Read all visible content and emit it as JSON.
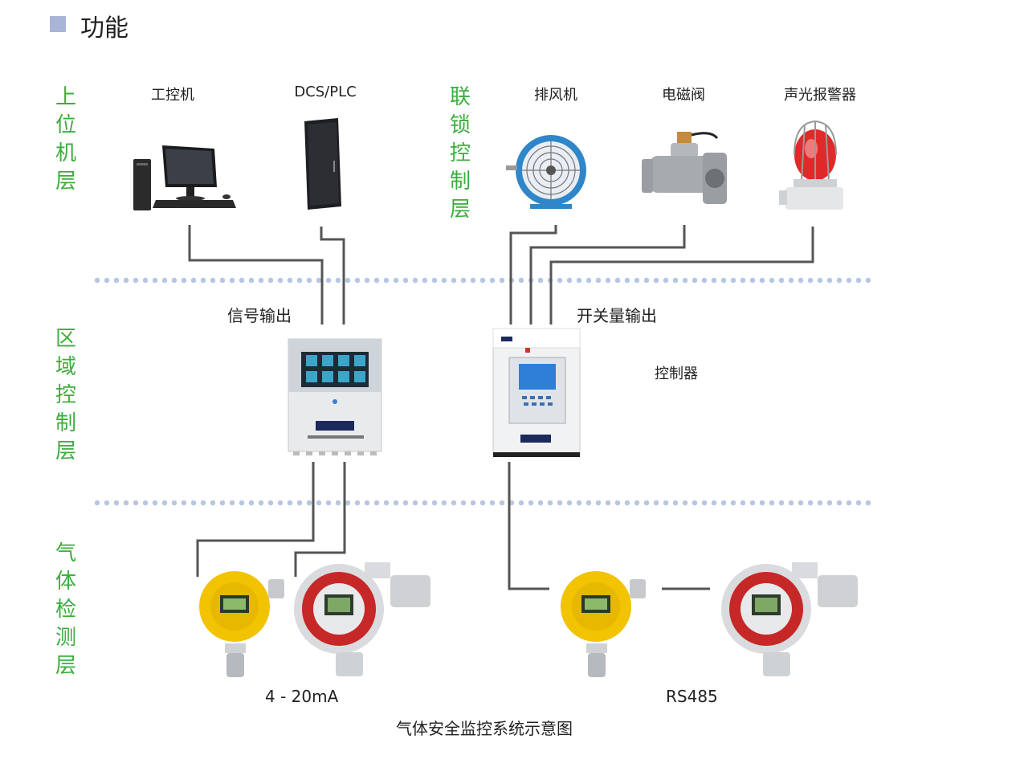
{
  "header": {
    "title": "功能"
  },
  "layers": {
    "upper": "上\n位\n机\n层",
    "linkage": "联\n锁\n控\n制\n层",
    "regional": "区\n域\n控\n制\n层",
    "detection": "气\n体\n检\n测\n层"
  },
  "devices": {
    "ipc": "工控机",
    "dcs": "DCS/PLC",
    "fan": "排风机",
    "valve": "电磁阀",
    "alarm": "声光报警器",
    "controller": "控制器"
  },
  "signals": {
    "signal_out": "信号输出",
    "switch_out": "开关量输出",
    "analog": "4 - 20mA",
    "rs485": "RS485"
  },
  "caption": "气体安全监控系统示意图",
  "colors": {
    "layer_label": "#3cae3c",
    "wire": "#555555",
    "dotted_line": "#b7c6e2",
    "header_square": "#a9b4d6"
  }
}
